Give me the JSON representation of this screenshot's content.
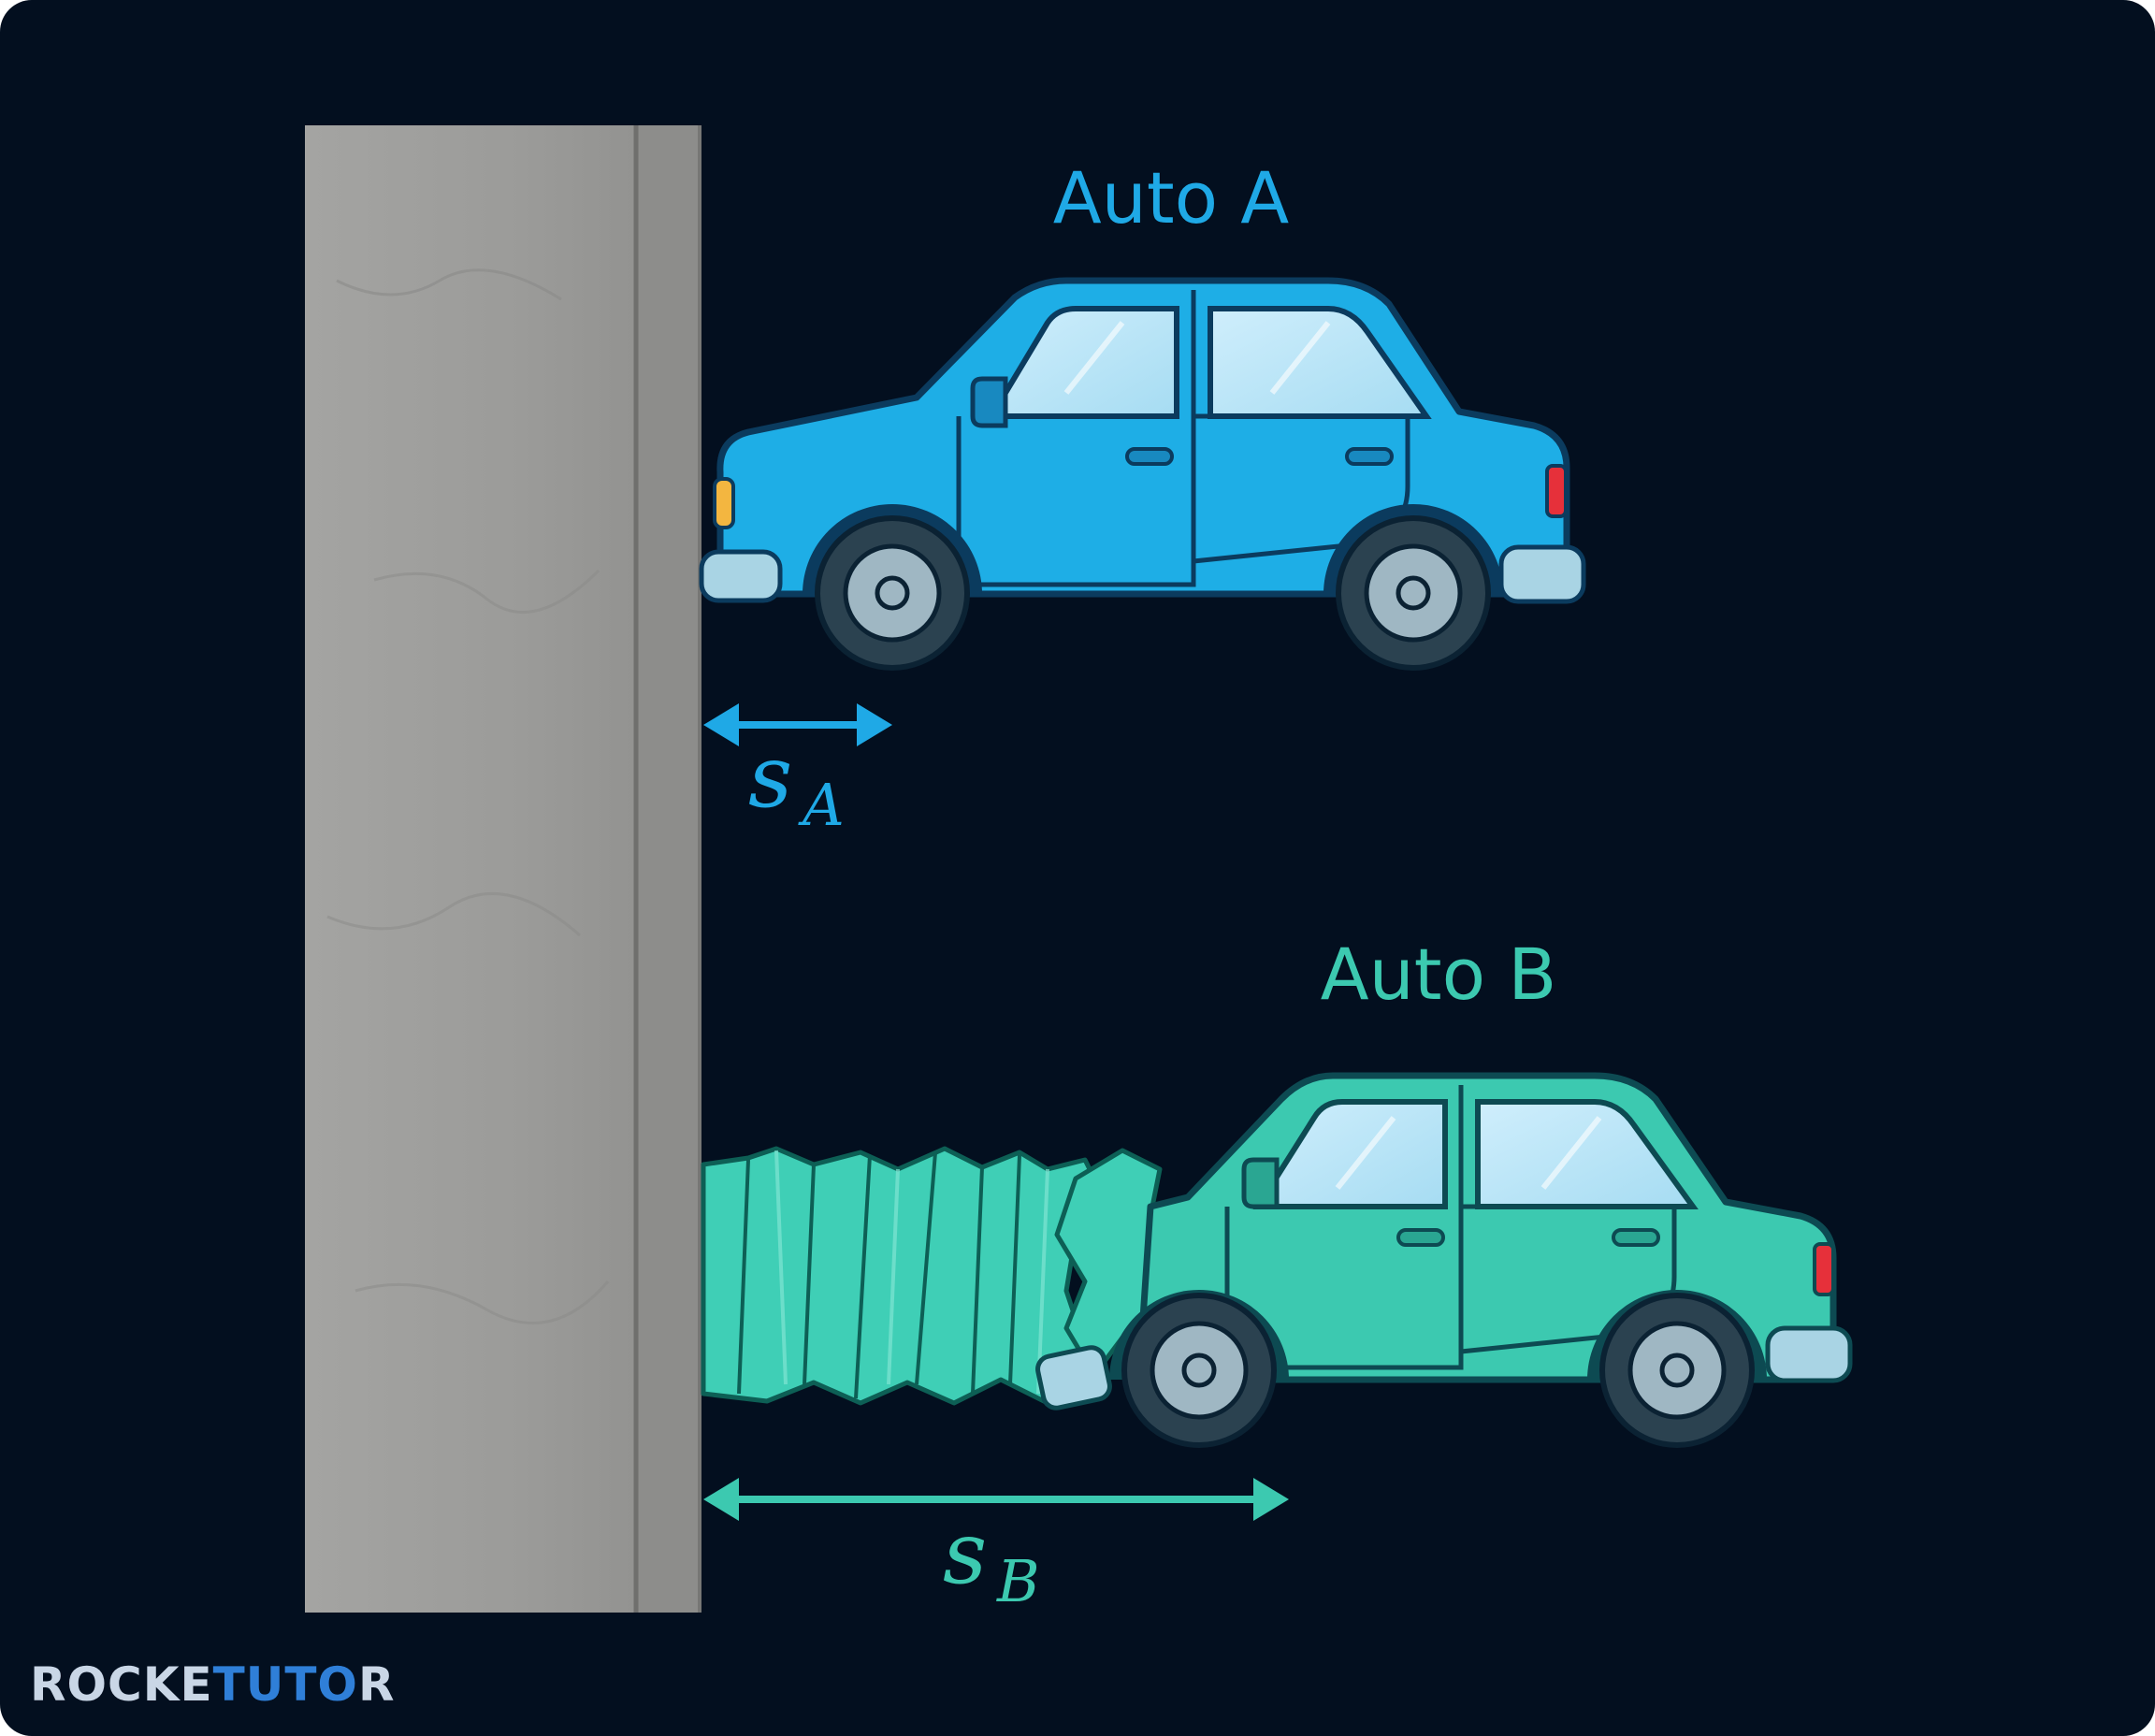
{
  "labels": {
    "car_a": "Auto A",
    "car_b": "Auto B",
    "dist_a_main": "s",
    "dist_a_sub": "A",
    "dist_b_main": "s",
    "dist_b_sub": "B"
  },
  "brand": {
    "part1": "ROCKE",
    "part2": "TUTO",
    "part3": "R"
  },
  "colors": {
    "background": "#030f1f",
    "car_a_accent": "#1fa9e6",
    "car_b_accent": "#3cc9b0",
    "wall": "#9a9a98"
  }
}
